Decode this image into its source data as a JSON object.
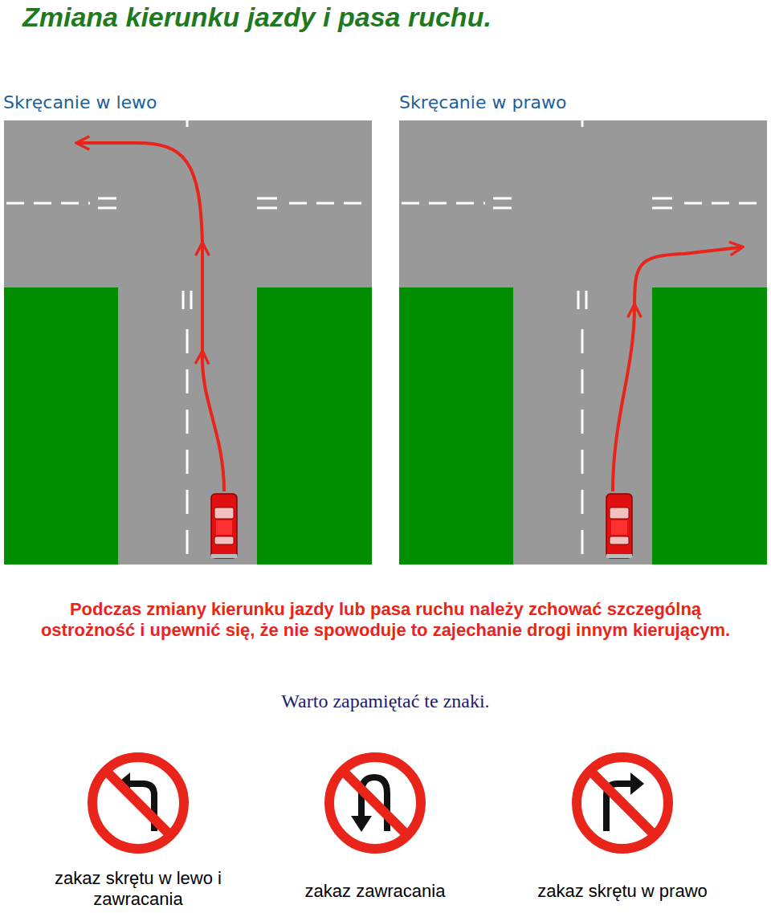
{
  "diagram": {
    "title": "Zmiana kierunku jazdy i pasa ruchu.",
    "labels": [
      "Skręcanie w lewo",
      "Skręcanie w prawo",
      "Podczas zmiany kierunku jazdy lub pasa ruchu należy zchować szczególną ostrożność i upewnić się, że nie spowoduje to zajechanie drogi innym kierującym.",
      "Warto zapamiętać te znaki.",
      "zakaz skrętu w lewo i zawracania",
      "zakaz zawracania",
      "zakaz skrętu w prawo"
    ]
  }
}
